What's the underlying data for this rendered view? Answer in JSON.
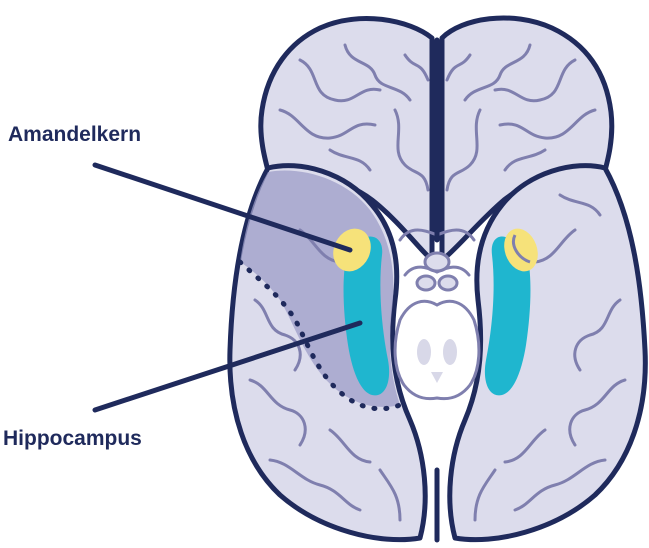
{
  "labels": {
    "amygdala": "Amandelkern",
    "hippocampus": "Hippocampus"
  },
  "colors": {
    "outline": "#1f2a5c",
    "brain_fill": "#dcdcec",
    "gyri": "#7f7fae",
    "highlight_region": "#9e9ec8",
    "amygdala": "#f6e27a",
    "hippocampus": "#1fb6cf",
    "brainstem": "#ffffff"
  },
  "icons": [
    "brain-inferior-view-illustration"
  ]
}
